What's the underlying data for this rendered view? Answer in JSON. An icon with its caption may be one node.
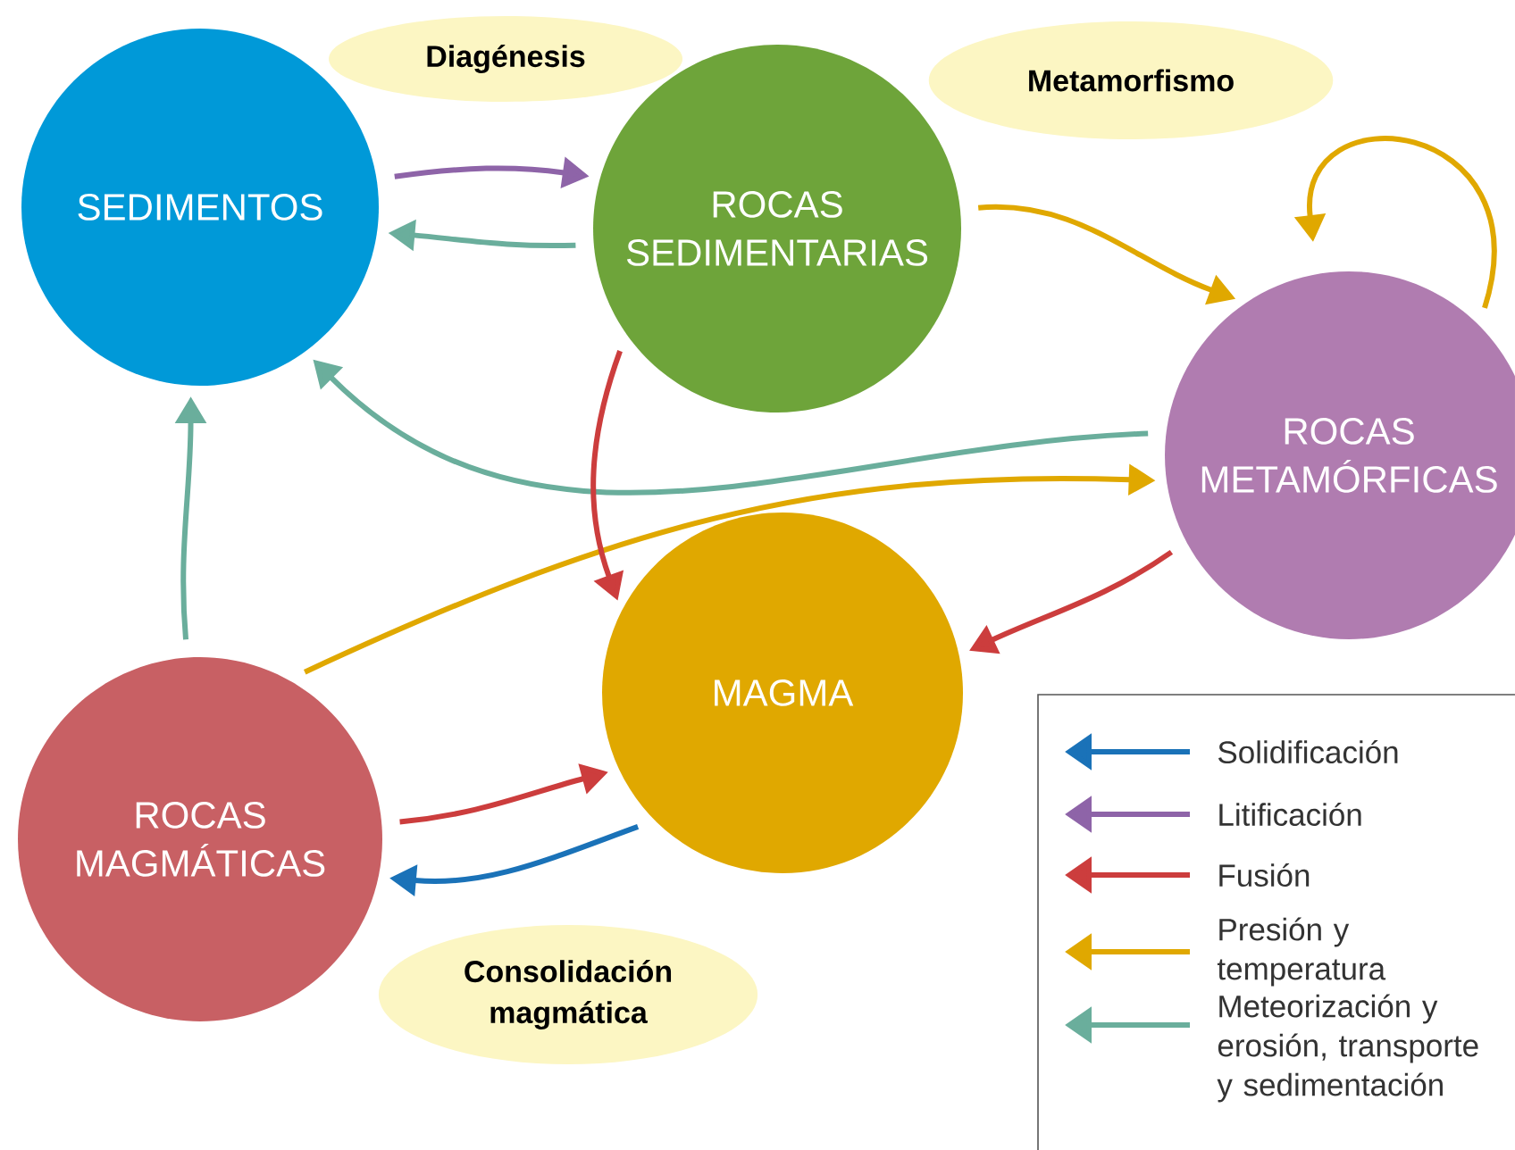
{
  "diagram": {
    "nodes": [
      {
        "text": [
          "SEDIMENTOS"
        ]
      },
      {
        "text": [
          "ROCAS SEDIMENTARIAS"
        ]
      },
      {
        "text": [
          "ROCAS METAMÓRFICAS"
        ]
      },
      {
        "text": [
          "MAGMA"
        ]
      },
      {
        "text": [
          "ROCAS MAGMÁTICAS"
        ]
      },
      {
        "text": [
          "Diagénesis"
        ]
      },
      {
        "text": [
          "Metamorfismo"
        ]
      },
      {
        "text": [
          "Consolidación magmática"
        ]
      }
    ],
    "edges": [
      {
        "from": 0,
        "to": 1,
        "arrow": "to",
        "color": "#8e64a8"
      },
      {
        "from": 1,
        "to": 0,
        "arrow": "to",
        "color": "#6aae9c"
      },
      {
        "from": 1,
        "to": 2,
        "arrow": "to",
        "color": "#e0a800"
      },
      {
        "from": 2,
        "to": 2,
        "arrow": "to",
        "color": "#e0a800"
      },
      {
        "from": 2,
        "to": 0,
        "arrow": "to",
        "color": "#6aae9c"
      },
      {
        "from": 4,
        "to": 2,
        "arrow": "to",
        "color": "#e0a800"
      },
      {
        "from": 1,
        "to": 3,
        "arrow": "to",
        "color": "#cc3d3d"
      },
      {
        "from": 2,
        "to": 3,
        "arrow": "to",
        "color": "#cc3d3d"
      },
      {
        "from": 4,
        "to": 3,
        "arrow": "to",
        "color": "#cc3d3d"
      },
      {
        "from": 3,
        "to": 4,
        "arrow": "to",
        "color": "#1a72b8"
      },
      {
        "from": 4,
        "to": 0,
        "arrow": "to",
        "color": "#6aae9c"
      }
    ],
    "legend": [
      {
        "text": "Solidificación",
        "color": "#1a72b8"
      },
      {
        "text": "Litificación",
        "color": "#8e64a8"
      },
      {
        "text": "Fusión",
        "color": "#cc3d3d"
      },
      {
        "text": "Presión y temperatura",
        "color": "#e0a800"
      },
      {
        "text": "Meteorización y erosión, transporte y sedimentación",
        "color": "#6aae9c"
      }
    ]
  }
}
